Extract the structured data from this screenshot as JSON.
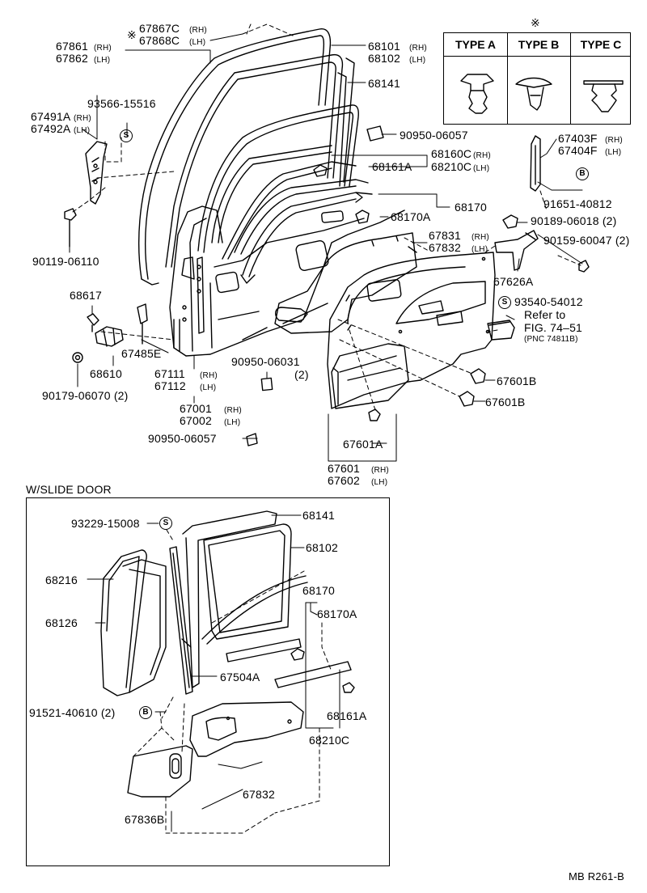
{
  "type_table": {
    "mark": "※",
    "headers": [
      "TYPE A",
      "TYPE B",
      "TYPE C"
    ]
  },
  "labels": {
    "p67867c": "67867C",
    "p67867c_side": "(RH)",
    "p67868c": "67868C",
    "p67868c_side": "(LH)",
    "p67861": "67861",
    "p67861_side": "(RH)",
    "p67862": "67862",
    "p67862_side": "(LH)",
    "p68101": "68101",
    "p68101_side": "(RH)",
    "p68102": "68102",
    "p68102_side": "(LH)",
    "p68141": "68141",
    "p93566": "93566-15516",
    "p67491a": "67491A",
    "p67491a_side": "(RH)",
    "p67492a": "67492A",
    "p67492a_side": "(LH)",
    "p90950_06057a": "90950-06057",
    "p68160c": "68160C",
    "p68160c_side": "(RH)",
    "p68161a": "68161A",
    "p68210c": "68210C",
    "p68210c_side": "(LH)",
    "p67403f": "67403F",
    "p67403f_side": "(RH)",
    "p67404f": "67404F",
    "p67404f_side": "(LH)",
    "p91651": "91651-40812",
    "p68170": "68170",
    "p68170a": "68170A",
    "p90189": "90189-06018 (2)",
    "p90159": "90159-60047 (2)",
    "p67831": "67831",
    "p67831_side": "(RH)",
    "p67832": "67832",
    "p67832_side": "(LH)",
    "p90119": "90119-06110",
    "p67626a": "67626A",
    "p68617": "68617",
    "p93540": "93540-54012",
    "refer1": "Refer to",
    "refer2": "FIG. 74–51",
    "refer3": "(PNC 74811B)",
    "p67485e": "67485E",
    "p68610": "68610",
    "p67111": "67111",
    "p67111_side": "(RH)",
    "p67112": "67112",
    "p67112_side": "(LH)",
    "p90950_06031": "90950-06031",
    "p90950_06031_qty": "(2)",
    "p90179": "90179-06070 (2)",
    "p67601b_1": "67601B",
    "p67601b_2": "67601B",
    "p67001": "67001",
    "p67001_side": "(RH)",
    "p67002": "67002",
    "p67002_side": "(LH)",
    "p90950_06057b": "90950-06057",
    "p67601a": "67601A",
    "p67601": "67601",
    "p67601_side": "(RH)",
    "p67602": "67602",
    "p67602_side": "(LH)"
  },
  "slide_door": {
    "title": "W/SLIDE DOOR",
    "p93229": "93229-15008",
    "p68141": "68141",
    "p68102": "68102",
    "p68216": "68216",
    "p68126": "68126",
    "p68170": "68170",
    "p68170a": "68170A",
    "p67504a": "67504A",
    "p91521": "91521-40610 (2)",
    "p68161a": "68161A",
    "p68210c": "68210C",
    "p67832": "67832",
    "p67836b": "67836B"
  },
  "symbols": {
    "s": "S",
    "b": "B"
  },
  "footer": "MB R261-B"
}
